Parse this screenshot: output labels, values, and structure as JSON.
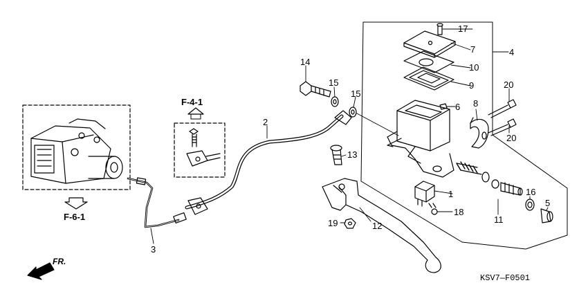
{
  "diagram": {
    "callouts": [
      "1",
      "2",
      "3",
      "4",
      "5",
      "6",
      "7",
      "8",
      "9",
      "10",
      "11",
      "12",
      "13",
      "14",
      "15",
      "15",
      "16",
      "17",
      "18",
      "19",
      "20",
      "20"
    ],
    "references": [
      "F-4-1",
      "F-6-1"
    ],
    "direction_label": "FR.",
    "figure_code": "KSV7—F0501"
  }
}
